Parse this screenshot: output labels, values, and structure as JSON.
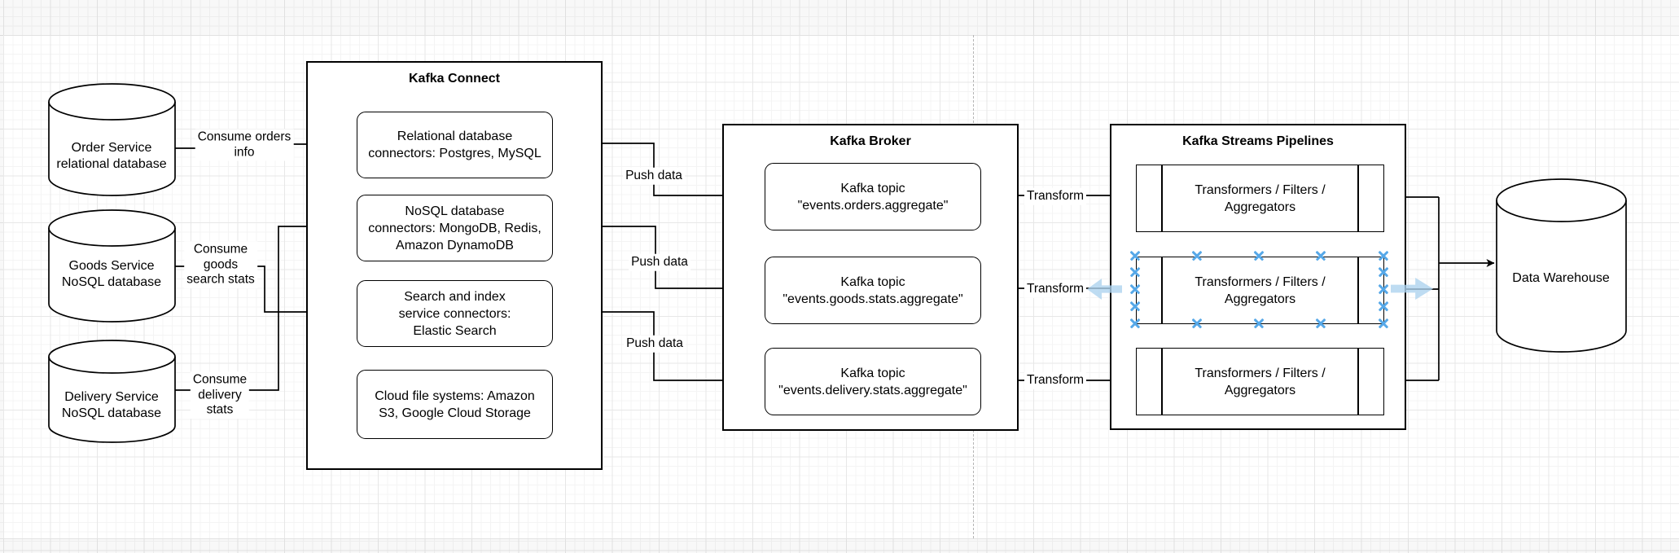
{
  "sources": [
    {
      "label": "Order Service\nrelational database"
    },
    {
      "label": "Goods Service\nNoSQL database"
    },
    {
      "label": "Delivery Service\nNoSQL database"
    }
  ],
  "edge_labels": {
    "consume_orders": "Consume orders\ninfo",
    "consume_goods": "Consume\ngoods\nsearch stats",
    "consume_delivery": "Consume\ndelivery\nstats",
    "push_data_1": "Push data",
    "push_data_2": "Push data",
    "push_data_3": "Push data",
    "transform_1": "Transform",
    "transform_2": "Transform",
    "transform_3": "Transform"
  },
  "kafka_connect": {
    "title": "Kafka Connect",
    "connectors": [
      "Relational database\nconnectors: Postgres, MySQL",
      "NoSQL database\nconnectors: MongoDB, Redis,\nAmazon DynamoDB",
      "Search and index\nservice connectors:\nElastic Search",
      "Cloud file systems: Amazon\nS3, Google Cloud Storage"
    ]
  },
  "kafka_broker": {
    "title": "Kafka Broker",
    "topics": [
      "Kafka topic\n\"events.orders.aggregate\"",
      "Kafka topic\n\"events.goods.stats.aggregate\"",
      "Kafka topic\n\"events.delivery.stats.aggregate\""
    ]
  },
  "kafka_streams": {
    "title": "Kafka Streams Pipelines",
    "processors": [
      "Transformers / Filters /\nAggregators",
      "Transformers / Filters /\nAggregators",
      "Transformers / Filters /\nAggregators"
    ]
  },
  "warehouse": {
    "label": "Data Warehouse"
  },
  "selection": {
    "accent_color": "#56a8e8"
  }
}
